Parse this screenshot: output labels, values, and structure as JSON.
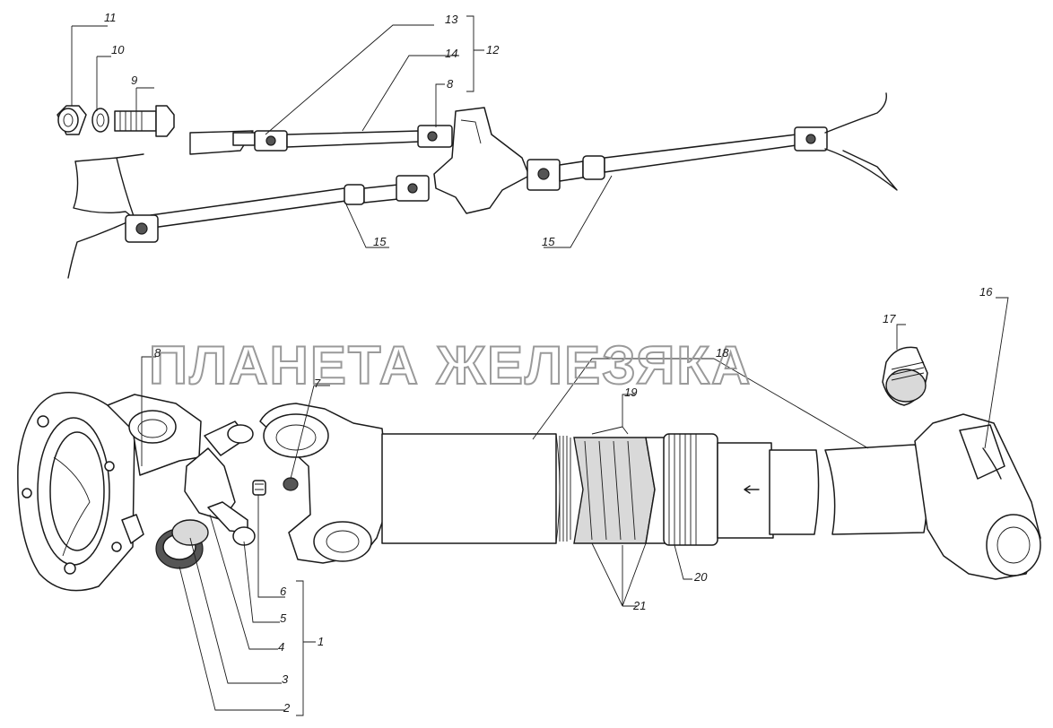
{
  "watermark": {
    "text": "ПЛАНЕТА ЖЕЛЕЗЯКА"
  },
  "callouts": {
    "n1": "1",
    "n2": "2",
    "n3": "3",
    "n4": "4",
    "n5": "5",
    "n6": "6",
    "n7": "7",
    "n8_top": "8",
    "n8_main": "8",
    "n9": "9",
    "n10": "10",
    "n11": "11",
    "n12": "12",
    "n13": "13",
    "n14": "14",
    "n15_left": "15",
    "n15_right": "15",
    "n16": "16",
    "n17": "17",
    "n18": "18",
    "n19": "19",
    "n20": "20",
    "n21": "21"
  },
  "colors": {
    "line": "#1a1a1a",
    "watermark": "#9a9a9a",
    "shade": "#d9d9d9"
  }
}
